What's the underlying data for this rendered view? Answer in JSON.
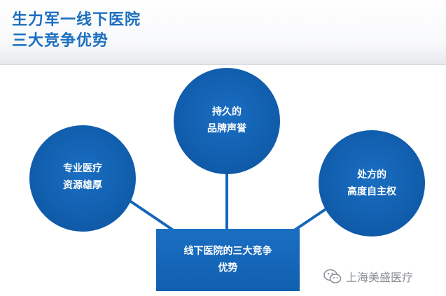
{
  "header": {
    "title_line1": "生力军一线下医院",
    "title_line2": "三大竞争优势"
  },
  "center_box": {
    "line1": "线下医院的三大竞争",
    "line2": "优势"
  },
  "nodes": {
    "top": {
      "line1": "持久的",
      "line2": "品牌声誉"
    },
    "left": {
      "line1": "专业医疗",
      "line2": "资源雄厚"
    },
    "right": {
      "line1": "处方的",
      "line2": "高度自主权"
    }
  },
  "watermark": {
    "text": "上海美盛医疗",
    "icon": "wechat-icon"
  },
  "colors": {
    "accent": "#1c6fbf",
    "node_fill": "#1567b8",
    "connector": "#1567b8"
  }
}
